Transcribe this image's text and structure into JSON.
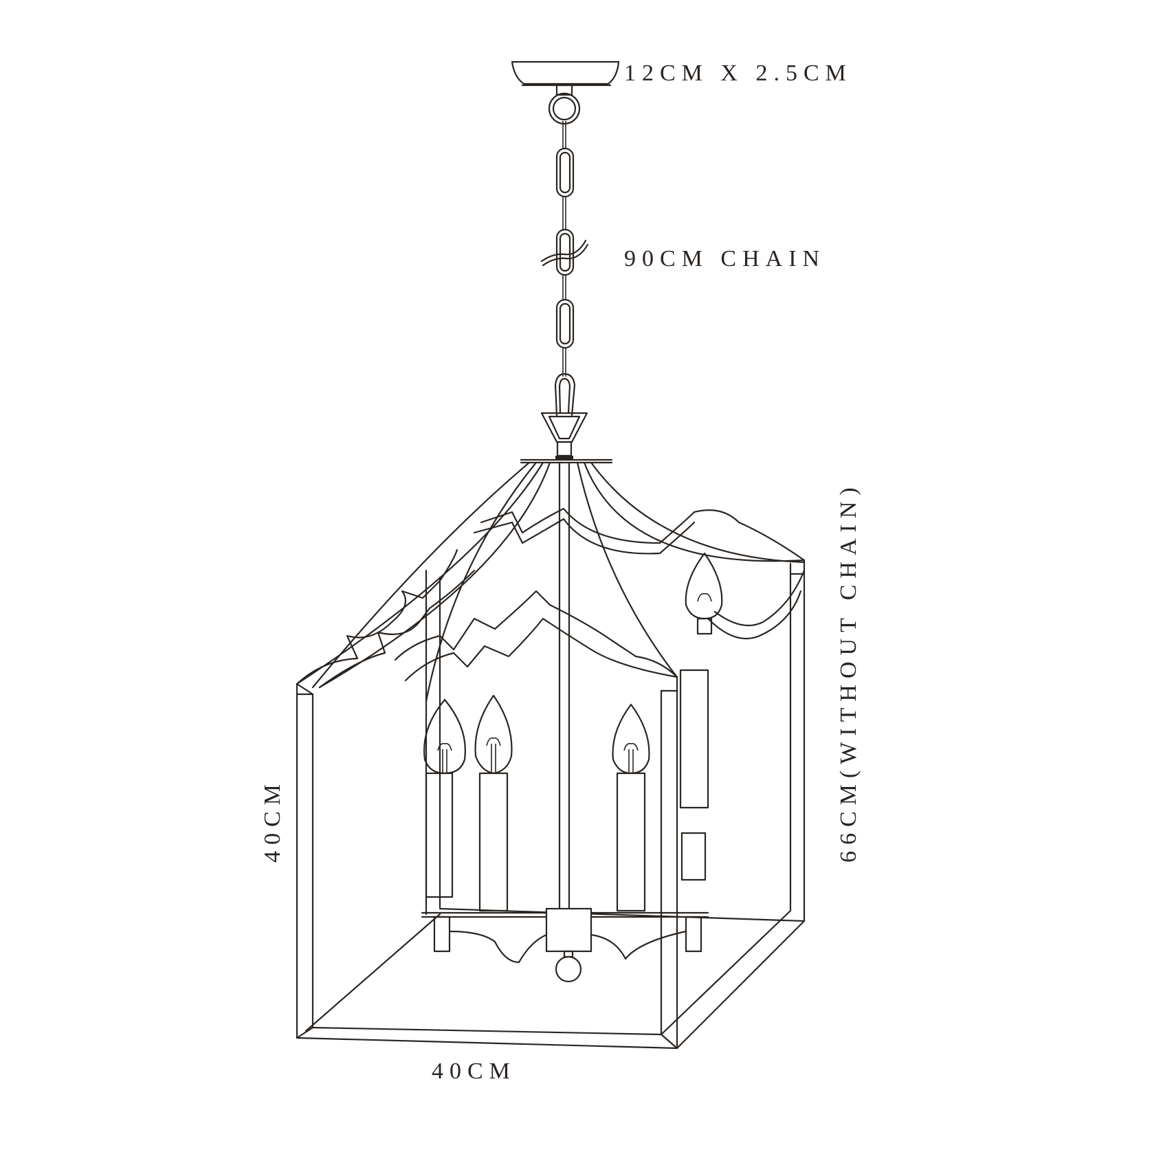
{
  "diagram": {
    "subject": "lantern pendant light dimension drawing",
    "line_color": "#2b2521",
    "background": "#ffffff",
    "labels": {
      "canopy": "12CM X 2.5CM",
      "chain": "90CM CHAIN",
      "height": "66CM(WITHOUT CHAIN)",
      "side_height": "40CM",
      "width": "40CM"
    },
    "parts": [
      "ceiling-canopy",
      "hook-ring",
      "chain",
      "chain-break-mark",
      "carabiner-hook",
      "cone-connector",
      "top-plate",
      "pagoda-roof",
      "lantern-frame",
      "candle-bulbs",
      "candle-sleeves",
      "center-hub",
      "bottom-finial"
    ]
  }
}
